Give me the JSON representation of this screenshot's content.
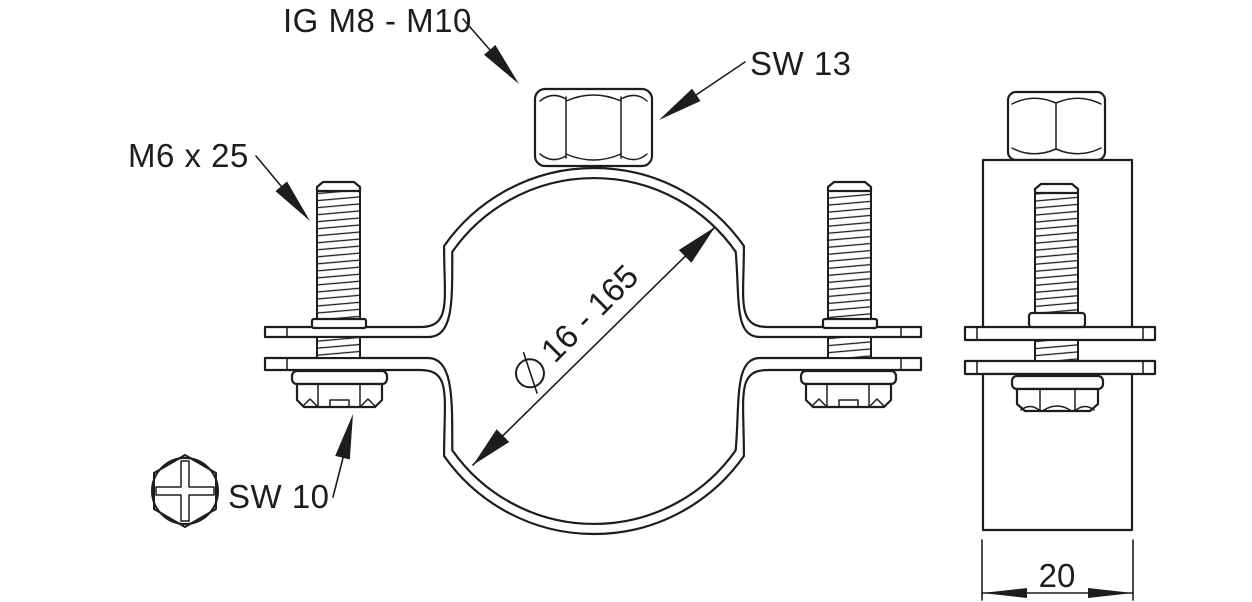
{
  "drawing_type": "technical-drawing-pipe-clamp",
  "views": {
    "front_view": "pipe clamp with hex connection nut, two side screws and clamp band",
    "side_view": "clamp band edge view with width dimension"
  },
  "callouts": [
    {
      "id": "internal-thread",
      "label": "IG M8 - M10"
    },
    {
      "id": "connection-nut-wrench-size",
      "label": "SW 13"
    },
    {
      "id": "clamping-screw",
      "label": "M6 x 25"
    },
    {
      "id": "screw-head-wrench-size",
      "label": "SW 10"
    }
  ],
  "dimensions": {
    "diameter_symbol": "⌀",
    "diameter_range": "16 - 165",
    "band_width": "20"
  },
  "icons": {
    "screw_head_icon": "hex-head-with-cross-recess"
  },
  "colors": {
    "line": "#1d1d1b",
    "background": "#ffffff"
  }
}
